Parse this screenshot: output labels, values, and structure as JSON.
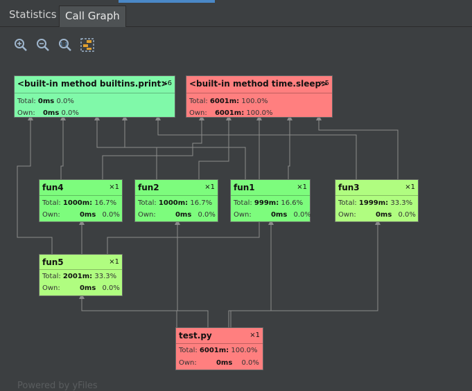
{
  "tabs": [
    {
      "label": "Statistics"
    },
    {
      "label": "Call Graph"
    }
  ],
  "toolbar": {
    "zoom_in": "zoom-in-icon",
    "zoom_out": "zoom-out-icon",
    "actual_size": "actual-size-icon",
    "fit": "fit-content-icon"
  },
  "nodes": {
    "print": {
      "title": "<built-in method builtins.print>",
      "count": "×6",
      "total_label": "Total:",
      "total_value": "0ms",
      "total_pct": "0.0%",
      "own_label": "Own:",
      "own_value": "0ms",
      "own_pct": "0.0%",
      "color": "#80f9a9"
    },
    "sleep": {
      "title": "<built-in method time.sleep>",
      "count": "×5",
      "total_label": "Total:",
      "total_value": "6001m:",
      "total_pct": "100.0%",
      "own_label": "Own:",
      "own_value": "6001m:",
      "own_pct": "100.0%",
      "color": "#ff7f7f"
    },
    "fun4": {
      "title": "fun4",
      "count": "×1",
      "total_label": "Total:",
      "total_value": "1000m:",
      "total_pct": "16.7%",
      "own_label": "Own:",
      "own_value": "0ms",
      "own_pct": "0.0%",
      "color": "#7dfc7d"
    },
    "fun2": {
      "title": "fun2",
      "count": "×1",
      "total_label": "Total:",
      "total_value": "1000m:",
      "total_pct": "16.7%",
      "own_label": "Own:",
      "own_value": "0ms",
      "own_pct": "0.0%",
      "color": "#7dfc7d"
    },
    "fun1": {
      "title": "fun1",
      "count": "×1",
      "total_label": "Total:",
      "total_value": "999m:",
      "total_pct": "16.6%",
      "own_label": "Own:",
      "own_value": "0ms",
      "own_pct": "0.0%",
      "color": "#7dfc7d"
    },
    "fun3": {
      "title": "fun3",
      "count": "×1",
      "total_label": "Total:",
      "total_value": "1999m:",
      "total_pct": "33.3%",
      "own_label": "Own:",
      "own_value": "0ms",
      "own_pct": "0.0%",
      "color": "#b0fd80"
    },
    "fun5": {
      "title": "fun5",
      "count": "×1",
      "total_label": "Total:",
      "total_value": "2001m:",
      "total_pct": "33.3%",
      "own_label": "Own:",
      "own_value": "0ms",
      "own_pct": "0.0%",
      "color": "#b0fd80"
    },
    "testpy": {
      "title": "test.py",
      "count": "×1",
      "total_label": "Total:",
      "total_value": "6001m:",
      "total_pct": "100.0%",
      "own_label": "Own:",
      "own_value": "0ms",
      "own_pct": "0.0%",
      "color": "#ff7f7f"
    }
  },
  "footer": {
    "powered": "Powered by yFiles"
  }
}
